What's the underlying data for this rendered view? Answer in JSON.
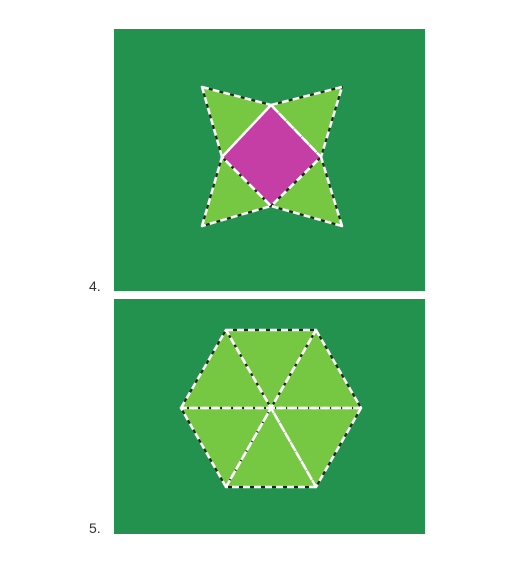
{
  "figures": [
    {
      "number": "4.",
      "shape": "square-with-four-triangles",
      "background_color": "#24924f",
      "square_color": "#c43ea5",
      "triangle_color": "#76c843",
      "fold_line_color": "#ffffff"
    },
    {
      "number": "5.",
      "shape": "hexagon-of-six-triangles",
      "background_color": "#24924f",
      "triangle_color": "#76c843",
      "fold_line_color": "#ffffff"
    }
  ]
}
